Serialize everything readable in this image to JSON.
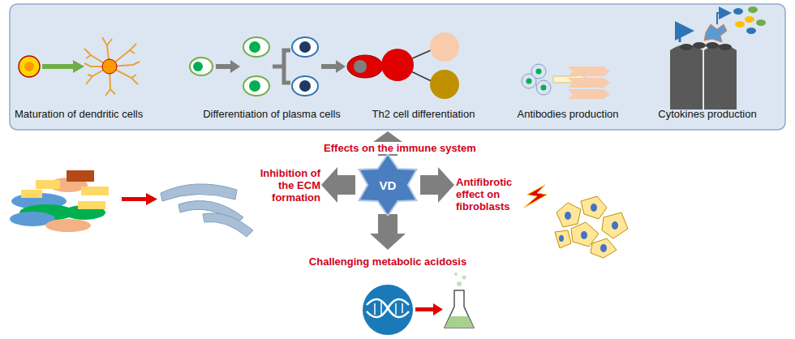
{
  "diagram": {
    "nodes": [
      {
        "text": [
          "Maturation of dendritic cells",
          "Differentiation of plasma cells",
          "Th2 cell differentiation",
          "Antibodies production",
          "Cytokines production"
        ]
      },
      {
        "text": [
          "VD"
        ]
      }
    ],
    "edges": [
      {
        "from": 1,
        "to": 0,
        "arrow": "to",
        "label": "Effects on the immune system"
      }
    ],
    "labels": [
      "Inhibition of the ECM formation",
      "Antifibrotic effect on fibroblasts",
      "Challenging metabolic acidosis"
    ]
  }
}
